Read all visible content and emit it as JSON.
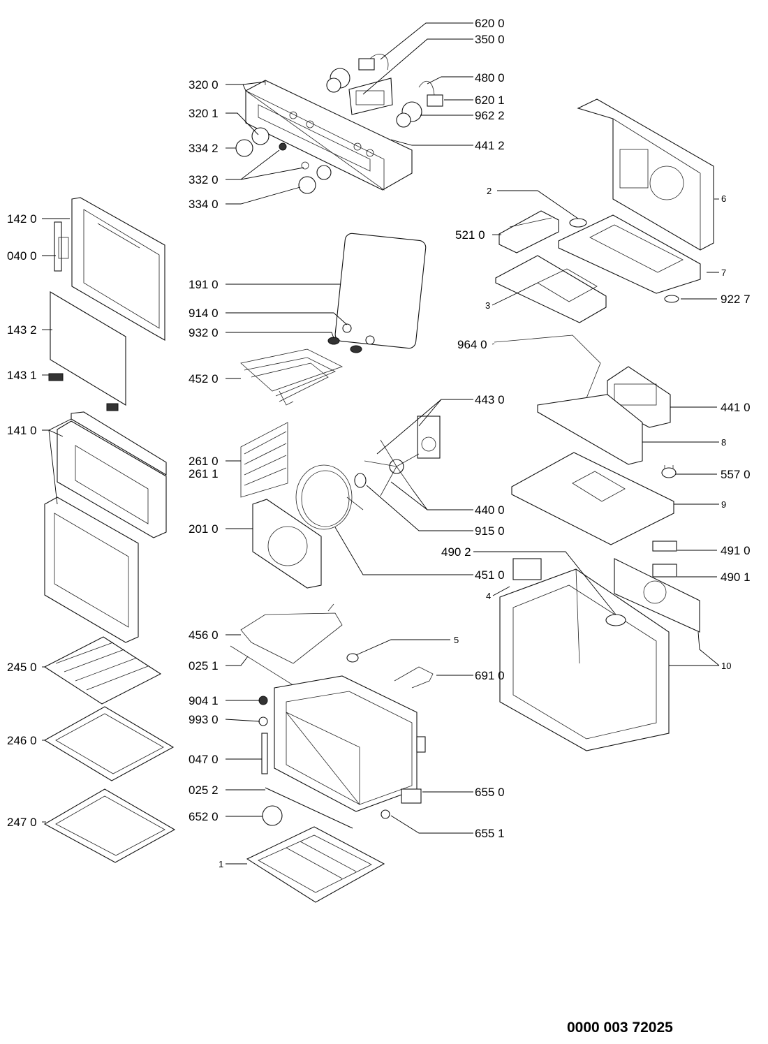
{
  "diagram": {
    "labels": {
      "p6200": "620 0",
      "p3500": "350 0",
      "p3200": "320 0",
      "p4800": "480 0",
      "p6201": "620 1",
      "p3201": "320 1",
      "p9622": "962 2",
      "p3342": "334 2",
      "p4412": "441 2",
      "p3320": "332 0",
      "p3340": "334 0",
      "p2": "2",
      "p6": "6",
      "p1420": "142 0",
      "p5210": "521 0",
      "p0400": "040 0",
      "p7": "7",
      "p1910": "191 0",
      "p9227": "922 7",
      "p3": "3",
      "p9140": "914 0",
      "p1432": "143 2",
      "p9320": "932 0",
      "p9640": "964 0",
      "p1431": "143 1",
      "p4520": "452 0",
      "p4430": "443 0",
      "p4410": "441 0",
      "p1410": "141 0",
      "p8": "8",
      "p2610": "261 0",
      "p2611": "261 1",
      "p5570": "557 0",
      "p4400": "440 0",
      "p9": "9",
      "p2010": "201 0",
      "p9150": "915 0",
      "p4910": "491 0",
      "p4902": "490 2",
      "p4510": "451 0",
      "p4901": "490 1",
      "p4": "4",
      "p4560": "456 0",
      "p5": "5",
      "p2450": "245 0",
      "p0251": "025 1",
      "p10": "10",
      "p6910": "691 0",
      "p9041": "904 1",
      "p9930": "993 0",
      "p2460": "246 0",
      "p0470": "047 0",
      "p0252": "025 2",
      "p6550": "655 0",
      "p6520": "652 0",
      "p2470": "247 0",
      "p6551": "655 1",
      "p1": "1"
    },
    "document_number": "0000 003 72025"
  }
}
